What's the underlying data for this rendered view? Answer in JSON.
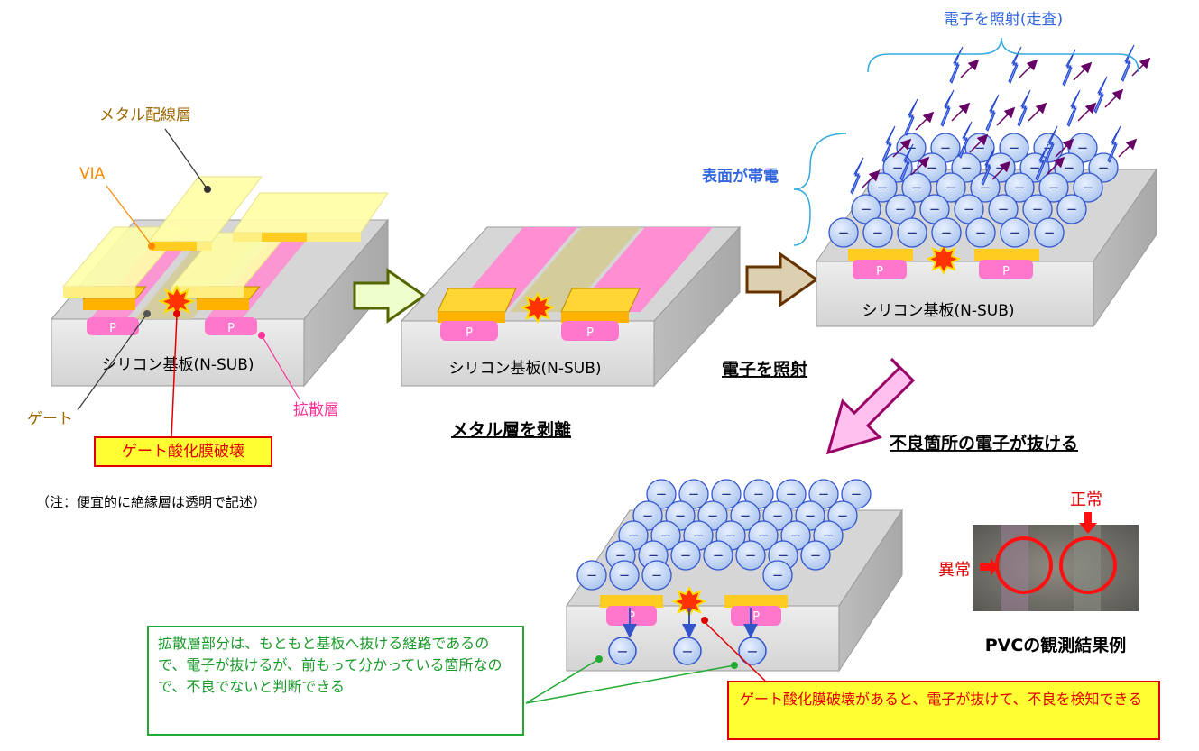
{
  "labels": {
    "metal_layer": "メタル配線層",
    "via": "VIA",
    "gate": "ゲート",
    "diffusion": "拡散層",
    "gate_oxide_breakdown": "ゲート酸化膜破壊",
    "note": "（注：便宜的に絶縁層は透明で記述）",
    "substrate_1": "シリコン基板(N-SUB)",
    "substrate_2": "シリコン基板(N-SUB)",
    "substrate_3": "シリコン基板(N-SUB)",
    "p_mark": "P",
    "electron_mark": "−",
    "metal_strip": "メタル層を剥離",
    "electron_scan": "電子を照射(走査)",
    "surface_charged": "表面が帯電",
    "electron_irradiate": "電子を照射",
    "defect_electrons": "不良箇所の電子が抜ける",
    "normal": "正常",
    "abnormal": "異常",
    "pvc_result": "PVCの観測結果例",
    "green_note": "拡散層部分は、もともと基板へ抜ける経路であるので、電子が抜けるが、前もって分かっている箇所なので、不良でないと判断できる",
    "red_note": "ゲート酸化膜破壊があると、電子が抜けて、不良を検知できる"
  },
  "colors": {
    "metal": "#ffffaa",
    "via": "#ffcc22",
    "diffusion": "#ff77cc",
    "gate": "#d4cc9a",
    "substrate_top": "#d9d9d9",
    "substrate_front": "#e6e6e6",
    "electron_fill": "#c6d9f5",
    "electron_stroke": "#3355cc",
    "label_metal": "#996600",
    "label_via": "#ff8800",
    "label_diffusion": "#ff3399",
    "label_blue": "#3366dd",
    "label_red": "#e00000"
  }
}
